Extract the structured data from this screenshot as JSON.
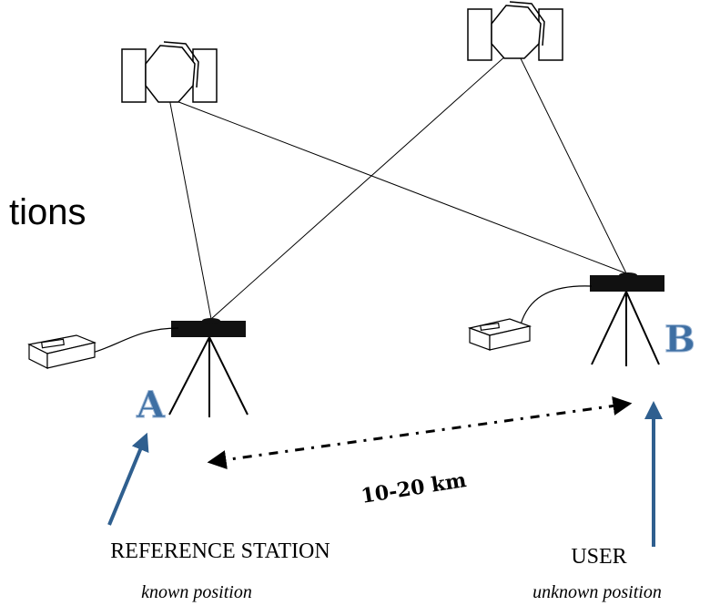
{
  "partial_text": "tions",
  "stations": {
    "a": {
      "letter": "A",
      "name": "REFERENCE STATION",
      "note": "known position"
    },
    "b": {
      "letter": "B",
      "name": "USER",
      "note": "unknown position"
    }
  },
  "baseline": {
    "distance": "10-20 km"
  },
  "colors": {
    "accent": "#2f5f8f",
    "letter_fill": "#3e6fa3",
    "ink": "#000000"
  },
  "icons": [
    "satellite-icon",
    "tripod-antenna-icon",
    "receiver-unit-icon",
    "arrow-icon"
  ]
}
